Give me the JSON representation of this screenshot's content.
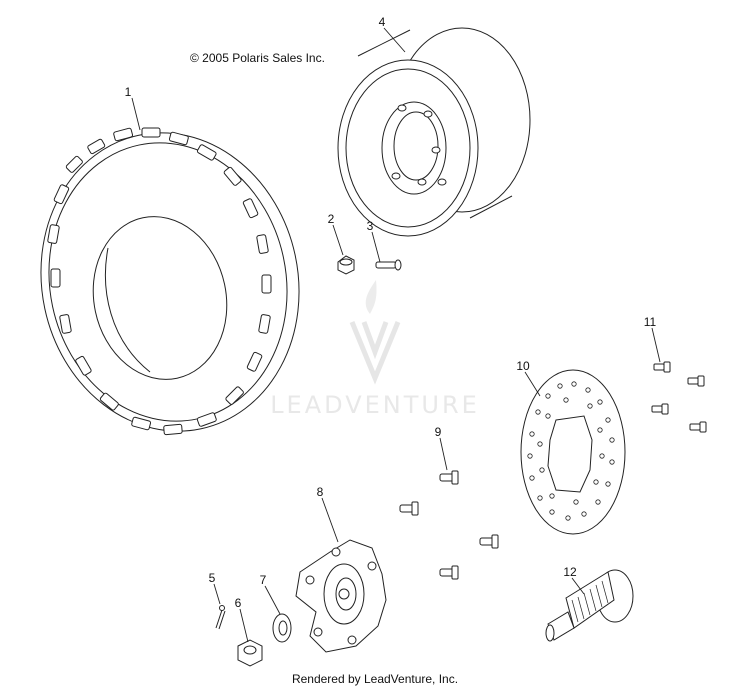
{
  "copyright": "© 2005 Polaris Sales Inc.",
  "footer": "Rendered by LeadVenture, Inc.",
  "watermark": {
    "text": "LEADVENTURE",
    "color": "#e6e6e6"
  },
  "callouts": {
    "c1": "1",
    "c2": "2",
    "c3": "3",
    "c4": "4",
    "c5": "5",
    "c6": "6",
    "c7": "7",
    "c8": "8",
    "c9": "9",
    "c10": "10",
    "c11": "11",
    "c12": "12"
  },
  "colors": {
    "line": "#222222",
    "background": "#ffffff"
  }
}
